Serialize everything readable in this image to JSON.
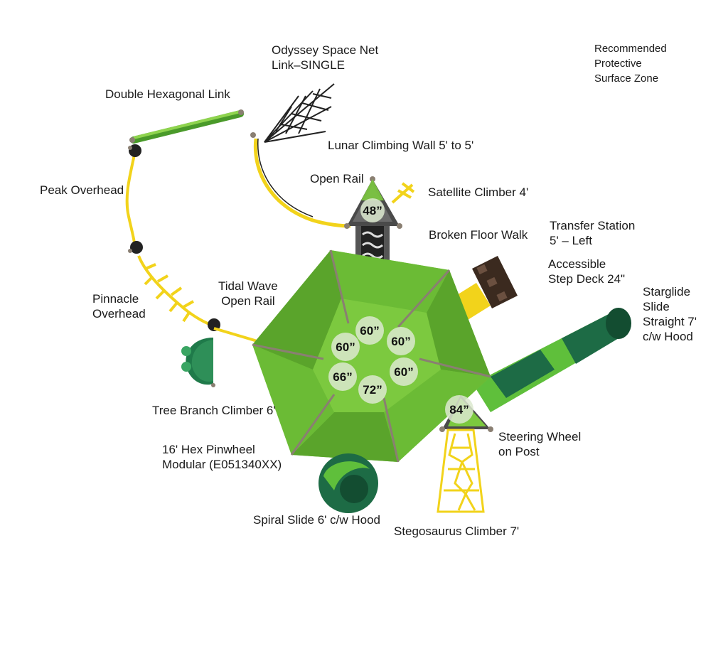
{
  "labels": {
    "odyssey_net": "Odyssey Space Net\nLink–SINGLE",
    "recommended_zone": "Recommended\nProtective\nSurface Zone",
    "double_hex_link": "Double Hexagonal Link",
    "lunar_wall": "Lunar Climbing Wall 5' to 5'",
    "open_rail": "Open Rail",
    "satellite_climber": "Satellite Climber 4'",
    "peak_overhead": "Peak Overhead",
    "transfer_station": "Transfer Station\n5' – Left",
    "broken_floor": "Broken Floor Walk",
    "accessible_deck": "Accessible\nStep Deck 24\"",
    "starglide_slide": "Starglide\nSlide\nStraight 7'\nc/w Hood",
    "pinnacle_overhead": "Pinnacle\nOverhead",
    "tidal_wave_rail": "Tidal Wave\nOpen Rail",
    "tree_branch": "Tree Branch Climber 6'",
    "steering_wheel": "Steering Wheel\non Post",
    "hex_pinwheel": "16' Hex Pinwheel\nModular (E051340XX)",
    "spiral_slide": "Spiral Slide 6' c/w Hood",
    "stegosaurus": "Stegosaurus Climber 7'"
  },
  "deck_heights": {
    "top": "48”",
    "upper": "60”",
    "upper_left": "60”",
    "upper_right": "60”",
    "lower_left": "66”",
    "lower_right": "60”",
    "bottom": "72”",
    "tower": "84”"
  },
  "colors": {
    "canopy": "#7cc93f",
    "canopy_dark": "#5aa42b",
    "deck_disc": "#dce9cf",
    "post": "#8a7f72",
    "yellow": "#f2d31b",
    "slide_dark": "#1d6b45",
    "slide_light": "#5fbf3b",
    "roof_gray": "#4a4a4a"
  }
}
